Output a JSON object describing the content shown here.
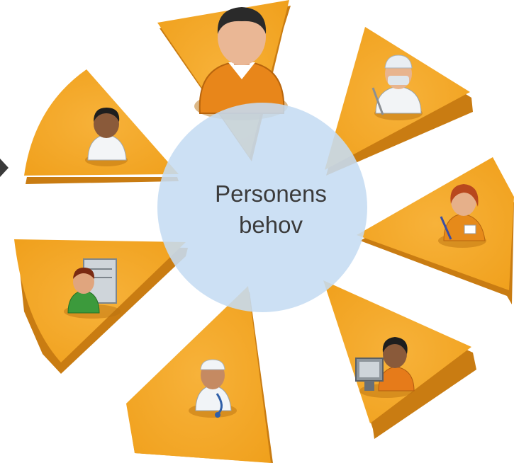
{
  "center": {
    "line1": "Personens",
    "line2": "behov",
    "fill": "#c5dcf3"
  },
  "colors": {
    "segment": "#f5a623",
    "segment_side": "#c97c12",
    "segment_edge": "#e08d13"
  },
  "segments": [
    {
      "name": "segment-top",
      "icon": "person-orange-shirt-icon"
    },
    {
      "name": "segment-top-right",
      "icon": "surgeon-icon"
    },
    {
      "name": "segment-right",
      "icon": "nurse-with-pen-icon"
    },
    {
      "name": "segment-bottom-right",
      "icon": "office-worker-computer-icon"
    },
    {
      "name": "segment-bottom",
      "icon": "doctor-stethoscope-icon"
    },
    {
      "name": "segment-left",
      "icon": "person-server-icon"
    },
    {
      "name": "segment-top-left",
      "icon": "person-white-shirt-icon"
    }
  ]
}
